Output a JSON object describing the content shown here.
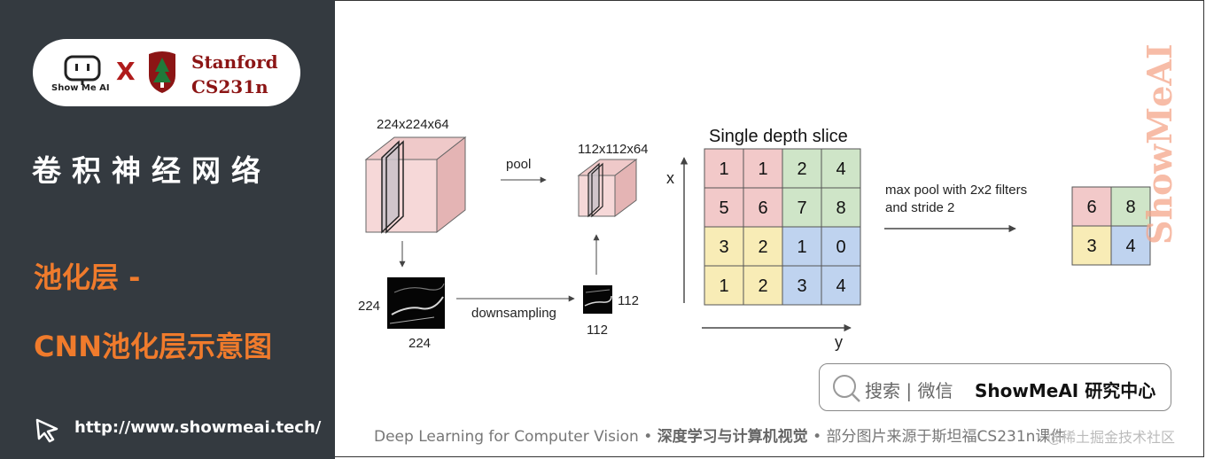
{
  "brand": {
    "showmeai": "Show Me AI",
    "times": "X",
    "stanford_line1": "Stanford",
    "stanford_line2": "CS231n"
  },
  "sidebar": {
    "title": "卷积神经网络",
    "subtitle1": "池化层 -",
    "subtitle2": "CNN池化层示意图",
    "url": "http://www.showmeai.tech/"
  },
  "diagram": {
    "vol_in": "224x224x64",
    "vol_out": "112x112x64",
    "pool": "pool",
    "downsampling": "downsampling",
    "in_w": "224",
    "in_h": "224",
    "out_w": "112",
    "out_h": "112",
    "slice_title": "Single depth slice",
    "axis_x": "x",
    "axis_y": "y",
    "op_line1": "max pool with 2x2 filters",
    "op_line2": "and stride 2",
    "input_grid": [
      [
        "1",
        "1",
        "2",
        "4"
      ],
      [
        "5",
        "6",
        "7",
        "8"
      ],
      [
        "3",
        "2",
        "1",
        "0"
      ],
      [
        "1",
        "2",
        "3",
        "4"
      ]
    ],
    "output_grid": [
      [
        "6",
        "8"
      ],
      [
        "3",
        "4"
      ]
    ],
    "quadrant_colors": [
      "#f2c9c9",
      "#cfe5c8",
      "#f8ecb6",
      "#bfd3ef"
    ]
  },
  "watermark": "ShowMeAI",
  "search": {
    "label": "搜索 | 微信",
    "brand": "ShowMeAI 研究中心"
  },
  "footer": {
    "part1": "Deep Learning for Computer Vision",
    "sep": "•",
    "part2": "深度学习与计算机视觉",
    "part3": "部分图片来源于斯坦福CS231n课件",
    "overlay": "@稀土掘金技术社区"
  }
}
